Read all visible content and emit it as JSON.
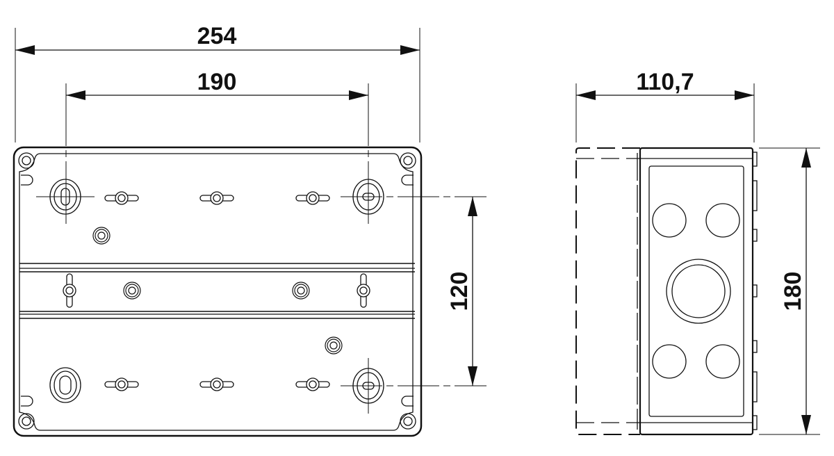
{
  "drawing": {
    "front_view": {
      "overall_width": "254",
      "mounting_hole_spacing_horizontal": "190",
      "mounting_hole_spacing_vertical": "120"
    },
    "side_view": {
      "depth": "110,7",
      "height": "180"
    },
    "colors": {
      "line": "#111111",
      "background": "#ffffff"
    }
  }
}
